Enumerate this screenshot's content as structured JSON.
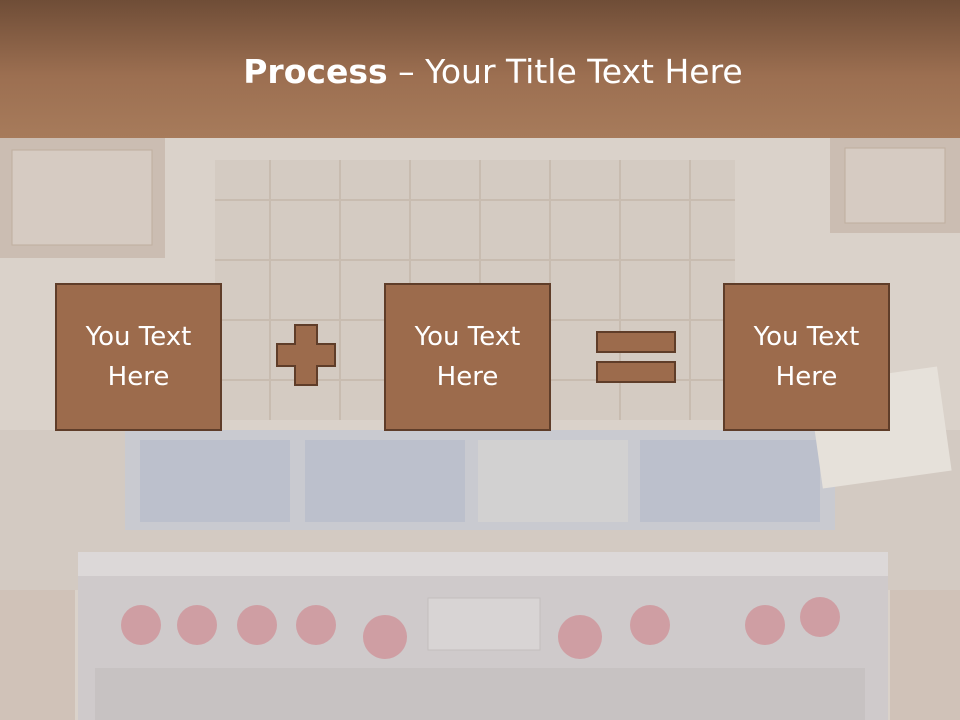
{
  "slide": {
    "title_bold": "Process",
    "title_rest": " – Your Title Text Here",
    "boxes": [
      {
        "text": "You Text Here"
      },
      {
        "text": "You Text Here"
      },
      {
        "text": "You Text Here"
      }
    ],
    "operators": [
      "plus",
      "equals"
    ],
    "colors": {
      "header": "#9c6f51",
      "box": "#9c6b4c",
      "box_border": "#5f3d29",
      "text": "#ffffff"
    }
  }
}
